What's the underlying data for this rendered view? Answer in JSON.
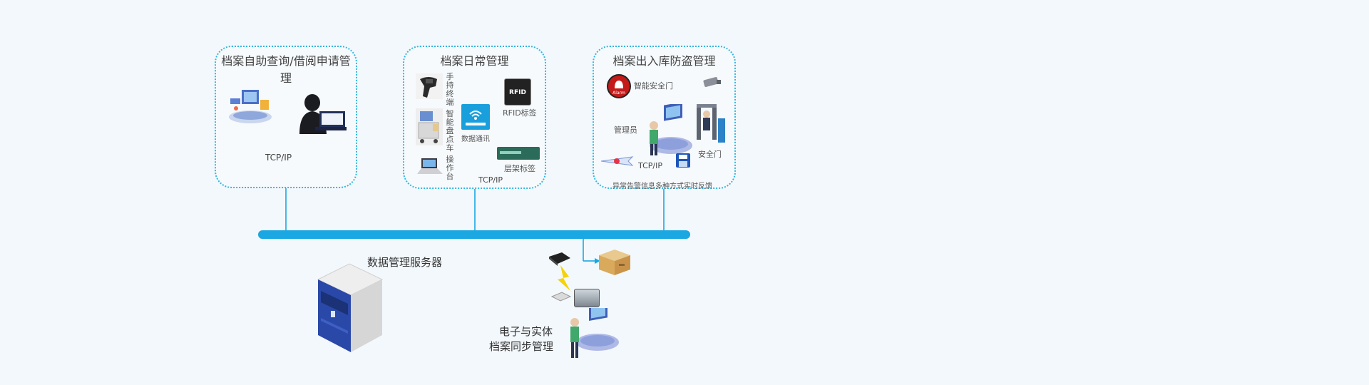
{
  "panels": {
    "self_service": {
      "title": "档案自助查询/借阅申请管理",
      "tcp_label": "TCP/IP"
    },
    "daily": {
      "title": "档案日常管理",
      "handheld": "手持终端",
      "inventory_cart": "智能盘点车",
      "console": "操作台",
      "data_comm": "数据通讯",
      "rfid_tag": "RFID标签",
      "rfid_chip_text": "RFID",
      "shelf_tag": "层架标签",
      "tcp_label": "TCP/IP"
    },
    "anti_theft": {
      "title": "档案出入库防盗管理",
      "smart_gate": "智能安全门",
      "alarm_text": "Alarm",
      "admin": "管理员",
      "gate": "安全门",
      "tcp_label": "TCP/IP",
      "feedback": "异常告警信息多种方式实时反馈"
    }
  },
  "server": {
    "label": "数据管理服务器"
  },
  "sync": {
    "line1": "电子与实体",
    "line2": "档案同步管理"
  },
  "colors": {
    "accent": "#1aa7e2",
    "panel_border": "#35b6e0",
    "background": "#f3f8fc"
  }
}
